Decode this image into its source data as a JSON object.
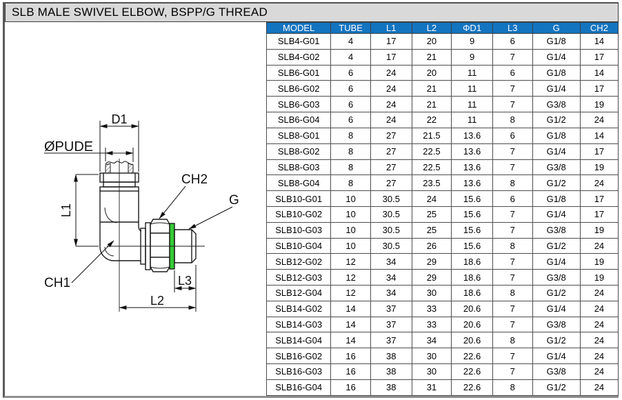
{
  "title": "SLB MALE SWIVEL ELBOW, BSPP/G THREAD",
  "colors": {
    "title_bar_bg": "#d9d9d9",
    "table_header_bg": "#1374c0",
    "table_header_text": "#ffffff",
    "seal_green": "#33cc33",
    "line_color": "#1a1a1a"
  },
  "diagram": {
    "labels": {
      "d1": "D1",
      "pude": "ØPUDE",
      "l1": "L1",
      "ch1": "CH1",
      "ch2": "CH2",
      "g": "G",
      "l3": "L3",
      "l2": "L2"
    }
  },
  "table": {
    "columns": [
      "MODEL",
      "TUBE",
      "L1",
      "L2",
      "ΦD1",
      "L3",
      "G",
      "CH2"
    ],
    "rows": [
      [
        "SLB4-G01",
        "4",
        "17",
        "20",
        "9",
        "6",
        "G1/8",
        "14"
      ],
      [
        "SLB4-G02",
        "4",
        "17",
        "21",
        "9",
        "7",
        "G1/4",
        "17"
      ],
      [
        "SLB6-G01",
        "6",
        "24",
        "20",
        "11",
        "6",
        "G1/8",
        "14"
      ],
      [
        "SLB6-G02",
        "6",
        "24",
        "21",
        "11",
        "7",
        "G1/4",
        "17"
      ],
      [
        "SLB6-G03",
        "6",
        "24",
        "21",
        "11",
        "7",
        "G3/8",
        "19"
      ],
      [
        "SLB6-G04",
        "6",
        "24",
        "22",
        "11",
        "8",
        "G1/2",
        "24"
      ],
      [
        "SLB8-G01",
        "8",
        "27",
        "21.5",
        "13.6",
        "6",
        "G1/8",
        "14"
      ],
      [
        "SLB8-G02",
        "8",
        "27",
        "22.5",
        "13.6",
        "7",
        "G1/4",
        "17"
      ],
      [
        "SLB8-G03",
        "8",
        "27",
        "22.5",
        "13.6",
        "7",
        "G3/8",
        "19"
      ],
      [
        "SLB8-G04",
        "8",
        "27",
        "23.5",
        "13.6",
        "8",
        "G1/2",
        "24"
      ],
      [
        "SLB10-G01",
        "10",
        "30.5",
        "24",
        "15.6",
        "6",
        "G1/8",
        "17"
      ],
      [
        "SLB10-G02",
        "10",
        "30.5",
        "25",
        "15.6",
        "7",
        "G1/4",
        "17"
      ],
      [
        "SLB10-G03",
        "10",
        "30.5",
        "25",
        "15.6",
        "7",
        "G3/8",
        "19"
      ],
      [
        "SLB10-G04",
        "10",
        "30.5",
        "26",
        "15.6",
        "8",
        "G1/2",
        "24"
      ],
      [
        "SLB12-G02",
        "12",
        "34",
        "29",
        "18.6",
        "7",
        "G1/4",
        "19"
      ],
      [
        "SLB12-G03",
        "12",
        "34",
        "29",
        "18.6",
        "7",
        "G3/8",
        "19"
      ],
      [
        "SLB12-G04",
        "12",
        "34",
        "30",
        "18.6",
        "8",
        "G1/2",
        "24"
      ],
      [
        "SLB14-G02",
        "14",
        "37",
        "33",
        "20.6",
        "7",
        "G1/4",
        "24"
      ],
      [
        "SLB14-G03",
        "14",
        "37",
        "33",
        "20.6",
        "7",
        "G3/8",
        "24"
      ],
      [
        "SLB14-G04",
        "14",
        "37",
        "34",
        "20.6",
        "8",
        "G1/2",
        "24"
      ],
      [
        "SLB16-G02",
        "16",
        "38",
        "30",
        "22.6",
        "7",
        "G1/4",
        "24"
      ],
      [
        "SLB16-G03",
        "16",
        "38",
        "30",
        "22.6",
        "7",
        "G3/8",
        "24"
      ],
      [
        "SLB16-G04",
        "16",
        "38",
        "31",
        "22.6",
        "8",
        "G1/2",
        "24"
      ]
    ]
  }
}
